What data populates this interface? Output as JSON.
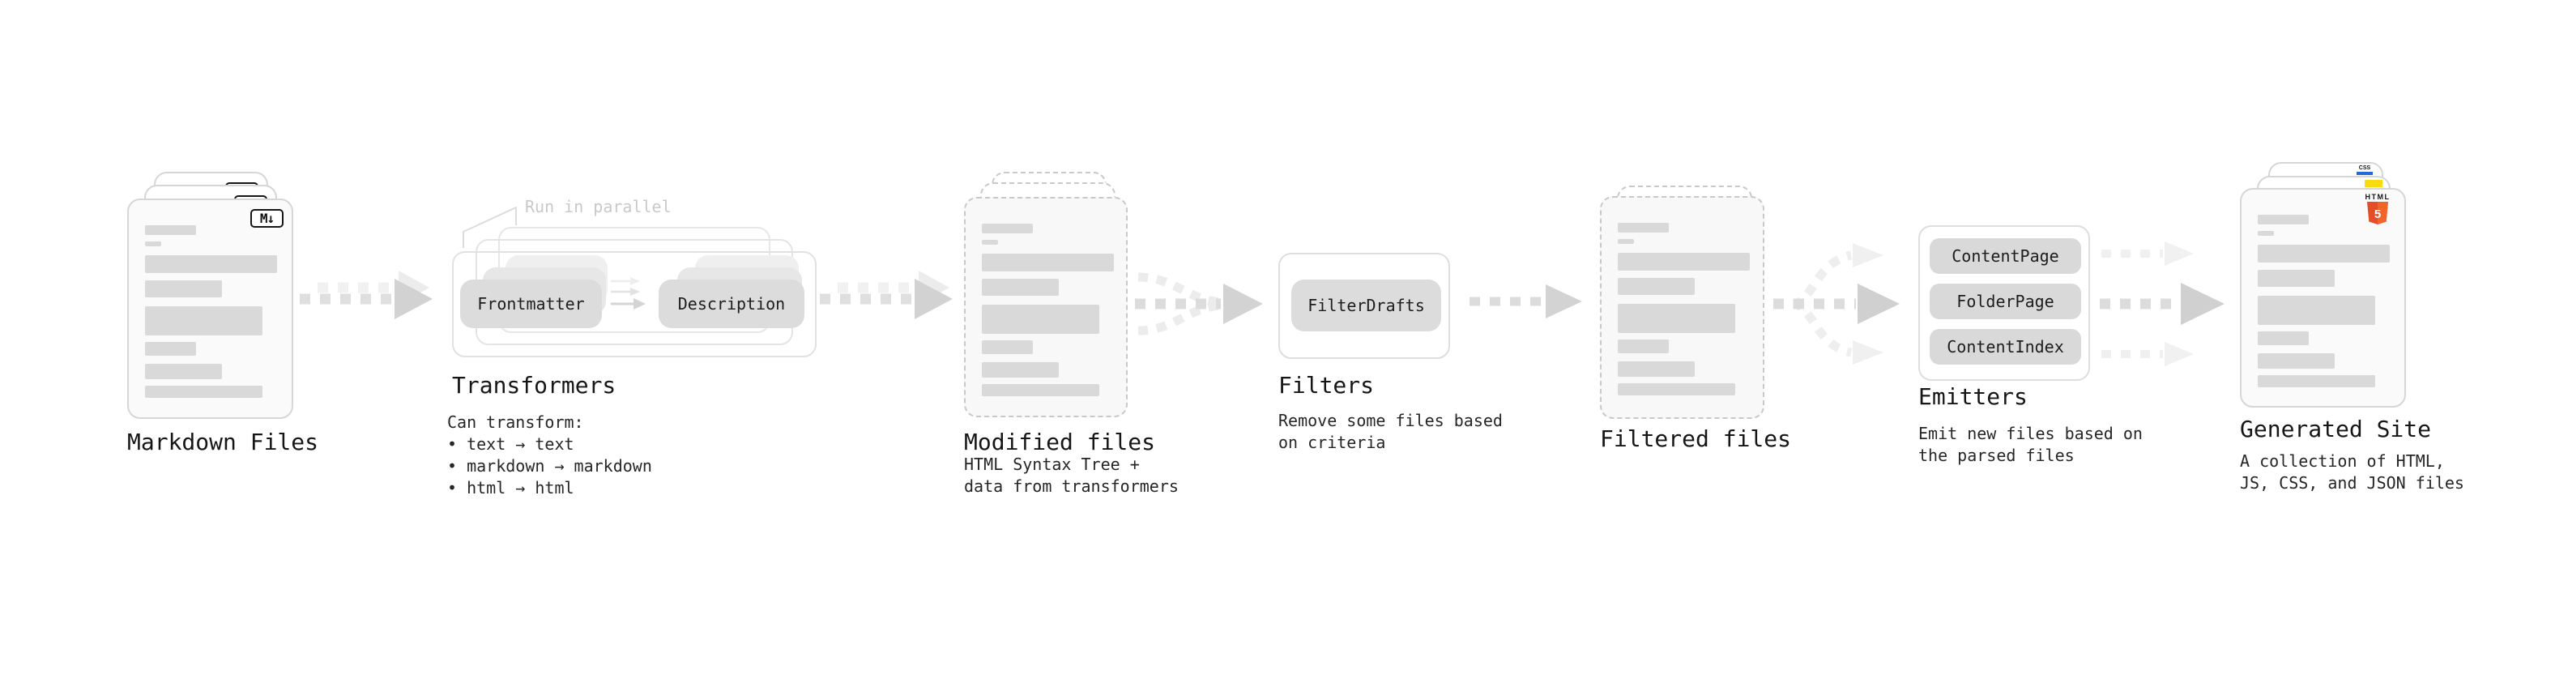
{
  "diagram": {
    "annotation": "Run in parallel",
    "stages": {
      "markdown": {
        "label": "Markdown Files",
        "badge": "M↓"
      },
      "transformers": {
        "label": "Transformers",
        "desc": "Can transform:\n • text → text\n • markdown → markdown\n • html → html",
        "pill_frontmatter": "Frontmatter",
        "pill_description": "Description"
      },
      "modified": {
        "label": "Modified files",
        "desc": "HTML Syntax Tree +\ndata from transformers"
      },
      "filters": {
        "label": "Filters",
        "desc": "Remove some files based\non criteria",
        "pill": "FilterDrafts"
      },
      "filtered": {
        "label": "Filtered files"
      },
      "emitters": {
        "label": "Emitters",
        "desc": "Emit new files based on\nthe parsed files",
        "pills": [
          "ContentPage",
          "FolderPage",
          "ContentIndex"
        ]
      },
      "generated": {
        "label": "Generated Site",
        "desc": "A collection of HTML,\nJS, CSS, and JSON files",
        "badge_html_title": "HTML",
        "badge_html_number": "5",
        "badge_css": "CSS"
      }
    },
    "colors": {
      "html_orange_left": "#e44d26",
      "html_orange_right": "#f16529",
      "js_yellow": "#f8dc0f",
      "css_blue": "#2668d9",
      "pill_gray": "#dcdcdc",
      "arrow_gray": "#d2d2d2"
    }
  }
}
